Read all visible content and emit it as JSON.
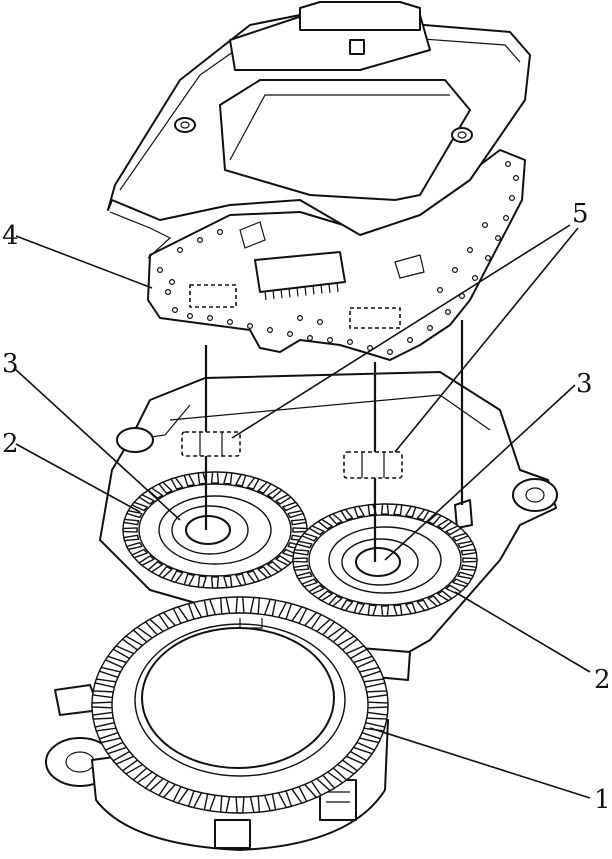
{
  "callouts": {
    "c1": "1",
    "c2_left": "2",
    "c2_right": "2",
    "c3_left": "3",
    "c3_right": "3",
    "c4": "4",
    "c5": "5"
  }
}
